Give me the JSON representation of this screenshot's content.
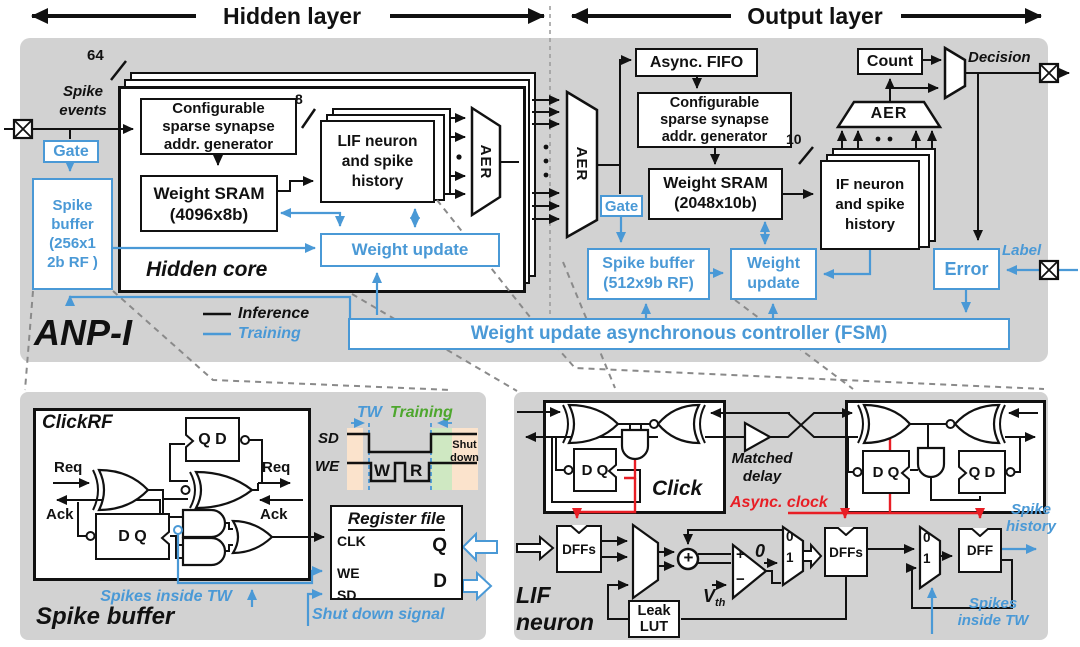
{
  "colors": {
    "blue": "#4a99d6",
    "red": "#e81e25",
    "green": "#4ea72e",
    "panel": "#d2d2d2",
    "peach": "#fbe3cc",
    "lightgreen": "#cfe8c2",
    "ink": "#111111",
    "dash": "#8a8a8a"
  },
  "header": {
    "hidden": "Hidden layer",
    "output": "Output layer"
  },
  "chip": {
    "name": "ANP-I",
    "legend": {
      "inference": "Inference",
      "training": "Training"
    },
    "hidden": {
      "spike_events": [
        "Spike",
        "events"
      ],
      "bus64": "64",
      "bus8": "8",
      "gate": "Gate",
      "spike_buffer": [
        "Spike",
        "buffer",
        "(256x1",
        "2b RF )"
      ],
      "config": [
        "Configurable",
        "sparse synapse",
        "addr. generator"
      ],
      "sram": [
        "Weight SRAM",
        "(4096x8b)"
      ],
      "lif": [
        "LIF neuron",
        "and spike",
        "history"
      ],
      "aer": "AER",
      "weight_update": "Weight update",
      "core": "Hidden core"
    },
    "output": {
      "aer_in": "AER",
      "fifo": "Async. FIFO",
      "config": [
        "Configurable",
        "sparse synapse",
        "addr. generator"
      ],
      "sram": [
        "Weight SRAM",
        "(2048x10b)"
      ],
      "bus10": "10",
      "gate": "Gate",
      "ifn": [
        "IF neuron",
        "and spike",
        "history"
      ],
      "aer_out": "AER",
      "count": "Count",
      "decision": "Decision",
      "spike_buffer": [
        "Spike buffer",
        "(512x9b RF)"
      ],
      "weight_update": [
        "Weight",
        "update"
      ],
      "error": "Error",
      "label": "Label",
      "fsm": "Weight update asynchronous controller (FSM)"
    }
  },
  "sbuf": {
    "title": "Spike buffer",
    "clickrf": "ClickRF",
    "req": "Req",
    "ack": "Ack",
    "qd": "Q D",
    "dq": "D Q",
    "spikes_tw": "Spikes inside TW",
    "tw": "TW",
    "training": "Training",
    "sd": "SD",
    "we": "WE",
    "w": "W",
    "r": "R",
    "shutdown": [
      "Shut",
      "down"
    ],
    "rf": {
      "title": "Register file",
      "clk": "CLK",
      "we": "WE",
      "sd": "SD",
      "q": "Q",
      "d": "D"
    },
    "shutdown_signal": "Shut down signal"
  },
  "lif": {
    "title": [
      "LIF",
      "neuron"
    ],
    "click": "Click",
    "matched": [
      "Matched",
      "delay"
    ],
    "async_clock": "Async. clock",
    "dq": "D Q",
    "qd": "Q D",
    "dffs": "DFFs",
    "dff": "DFF",
    "leak": [
      "Leak",
      "LUT"
    ],
    "vth_v": "V",
    "vth_th": "th",
    "zero": "0",
    "plus": "+",
    "minus": "−",
    "mux": {
      "zero": "0",
      "one": "1"
    },
    "spike_history": [
      "Spike",
      "history"
    ],
    "spikes_tw": [
      "Spikes",
      "inside TW"
    ]
  }
}
